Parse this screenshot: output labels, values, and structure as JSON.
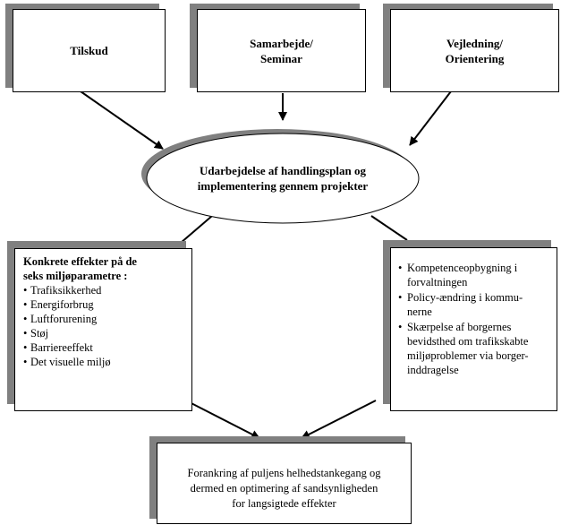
{
  "top_boxes": [
    {
      "lines": [
        "Tilskud"
      ]
    },
    {
      "lines": [
        "Samarbejde/",
        "Seminar"
      ]
    },
    {
      "lines": [
        "Vejledning/",
        "Orientering"
      ]
    }
  ],
  "ellipse": {
    "lines": [
      "Udarbejdelse af handlingsplan og",
      "implementering gennem projekter"
    ]
  },
  "left_box": {
    "title_lines": [
      "Konkrete effekter på  de",
      "seks miljøparametre :"
    ],
    "items": [
      "Trafiksikkerhed",
      "Energiforbrug",
      "Luftforurening",
      "Støj",
      "Barriereeffekt",
      "Det visuelle miljø"
    ]
  },
  "right_box": {
    "items": [
      [
        "Kompetenceopbygning  i",
        "forvaltningen"
      ],
      [
        "Policy-ændring i kommu-",
        "nerne"
      ],
      [
        "Skærpelse af borgernes",
        "bevidsthed om  trafikskabte",
        "miljøproblemer via borger-",
        "inddragelse"
      ]
    ]
  },
  "bottom_box": {
    "lines": [
      "Forankring af puljens helhedstankegang og",
      "dermed en optimering af sandsynligheden",
      "for langsigtede effekter"
    ]
  }
}
